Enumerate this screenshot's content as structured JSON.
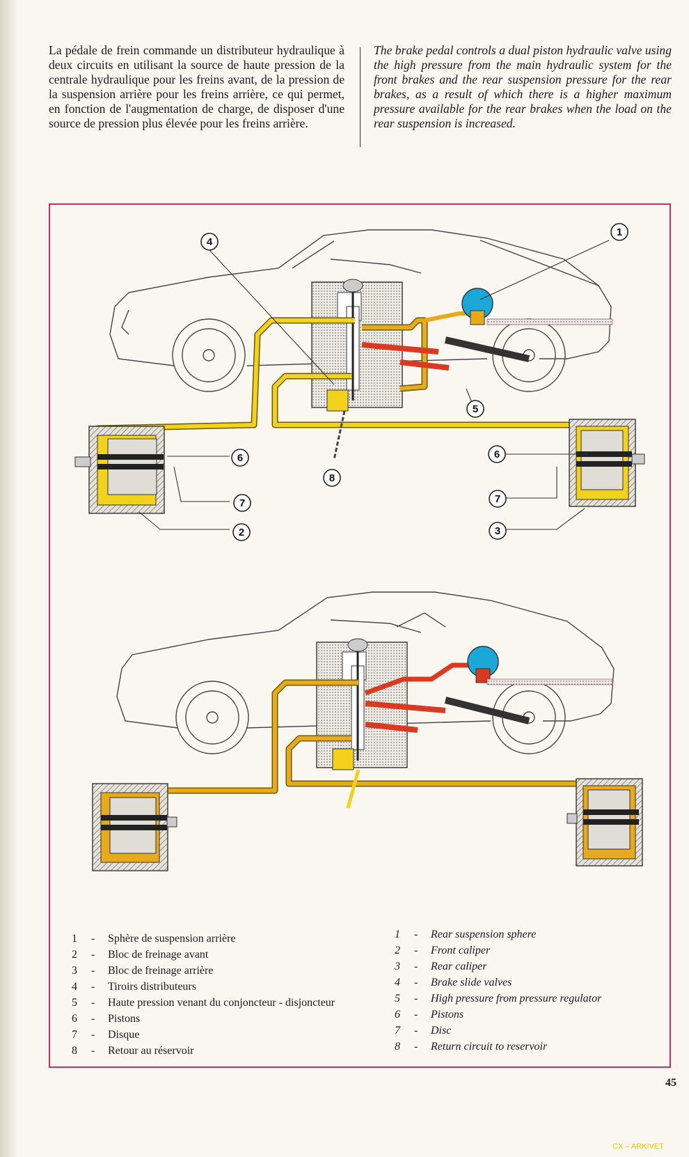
{
  "intro": {
    "french": "La pédale de frein commande un distributeur hydraulique à deux circuits en utilisant la source de haute pression de la centrale hydraulique pour les freins avant, de la pression de la suspension arrière pour les freins arrière, ce qui permet, en fonction de l'augmentation de charge, de disposer d'une source de pression plus élevée pour les freins arrière.",
    "english": "The brake pedal controls a dual piston hydraulic valve using the high pressure from the main hydraulic system for the front brakes and the rear suspension pressure for the rear brakes, as a result of which there is a higher maximum pressure available for the rear brakes when the load on the rear suspension is increased."
  },
  "callouts": {
    "c1": "1",
    "c2": "2",
    "c3": "3",
    "c4": "4",
    "c5": "5",
    "c6a": "6",
    "c6b": "6",
    "c7a": "7",
    "c7b": "7",
    "c8": "8"
  },
  "colors": {
    "frame": "#d4286a",
    "front_circuit": "#f3d21e",
    "rear_circuit": "#e8a91b",
    "high_pressure": "#d83a22",
    "sphere": "#1aa8d8",
    "hatch": "#777777"
  },
  "legend_fr": [
    {
      "num": "1",
      "dash": "-",
      "text": "Sphère de suspension arrière"
    },
    {
      "num": "2",
      "dash": "-",
      "text": "Bloc de freinage avant"
    },
    {
      "num": "3",
      "dash": "-",
      "text": "Bloc de freinage arrière"
    },
    {
      "num": "4",
      "dash": "-",
      "text": "Tiroirs distributeurs"
    },
    {
      "num": "5",
      "dash": "-",
      "text": "Haute pression venant du conjoncteur - disjoncteur"
    },
    {
      "num": "6",
      "dash": "-",
      "text": "Pistons"
    },
    {
      "num": "7",
      "dash": "-",
      "text": "Disque"
    },
    {
      "num": "8",
      "dash": "-",
      "text": "Retour au réservoir"
    }
  ],
  "legend_en": [
    {
      "num": "1",
      "dash": "-",
      "text": "Rear suspension sphere"
    },
    {
      "num": "2",
      "dash": "-",
      "text": "Front caliper"
    },
    {
      "num": "3",
      "dash": "-",
      "text": "Rear caliper"
    },
    {
      "num": "4",
      "dash": "-",
      "text": "Brake slide valves"
    },
    {
      "num": "5",
      "dash": "-",
      "text": "High pressure from pressure regulator"
    },
    {
      "num": "6",
      "dash": "-",
      "text": "Pistons"
    },
    {
      "num": "7",
      "dash": "-",
      "text": "Disc"
    },
    {
      "num": "8",
      "dash": "-",
      "text": "Return circuit to reservoir"
    }
  ],
  "page_number": "45",
  "watermark": "CX – ARKIVET"
}
